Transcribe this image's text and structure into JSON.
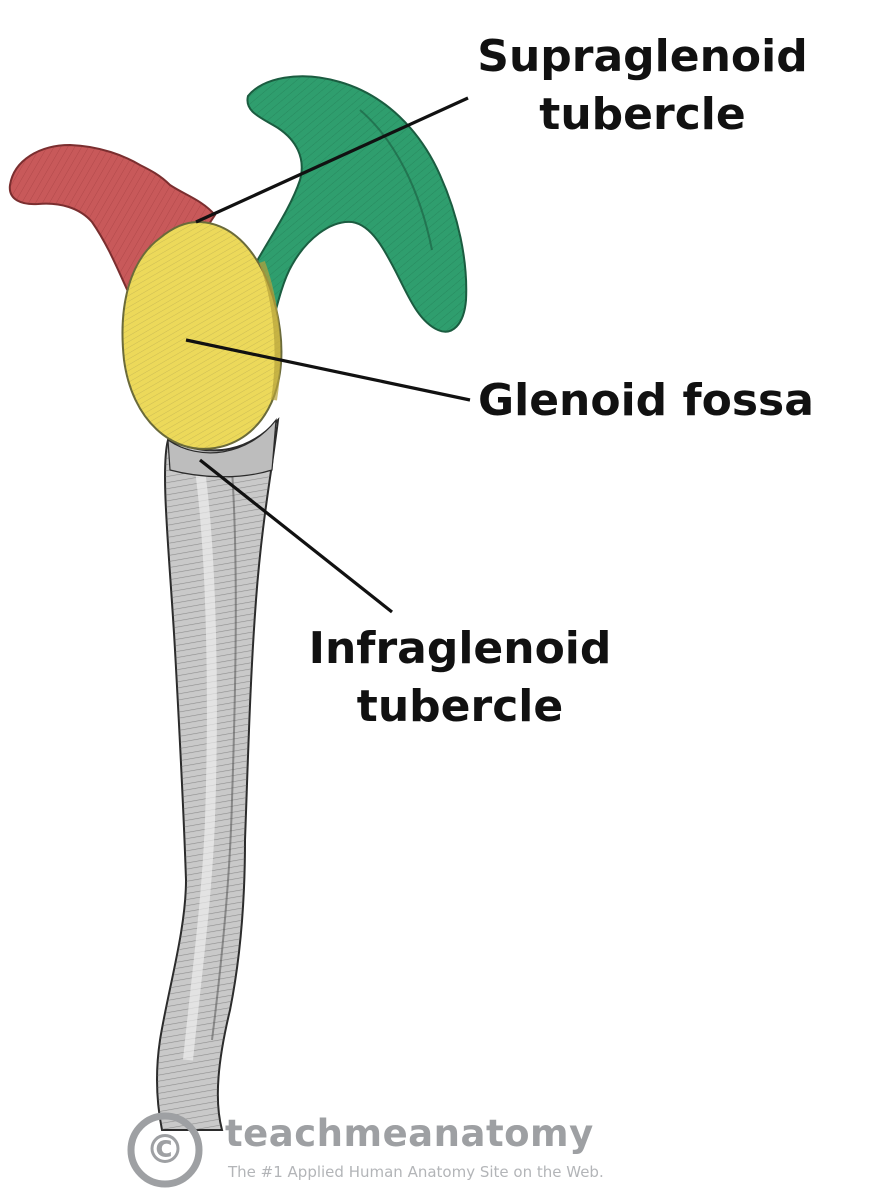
{
  "labels": {
    "supraglenoid_line1": "Supraglenoid",
    "supraglenoid_line2": "tubercle",
    "glenoid_fossa": "Glenoid fossa",
    "infraglenoid_line1": "Infraglenoid",
    "infraglenoid_line2": "tubercle"
  },
  "watermark": {
    "brand": "teachmeanatomy",
    "tagline": "The #1 Applied Human Anatomy Site on the Web.",
    "symbol": "©"
  },
  "colors": {
    "acromion": "#c8595a",
    "coracoid": "#2f9e6e",
    "glenoid": "#ecd95a",
    "bone_shaft": "#9a9a9a",
    "leader_line": "#111111",
    "watermark": "#9ea0a3"
  }
}
